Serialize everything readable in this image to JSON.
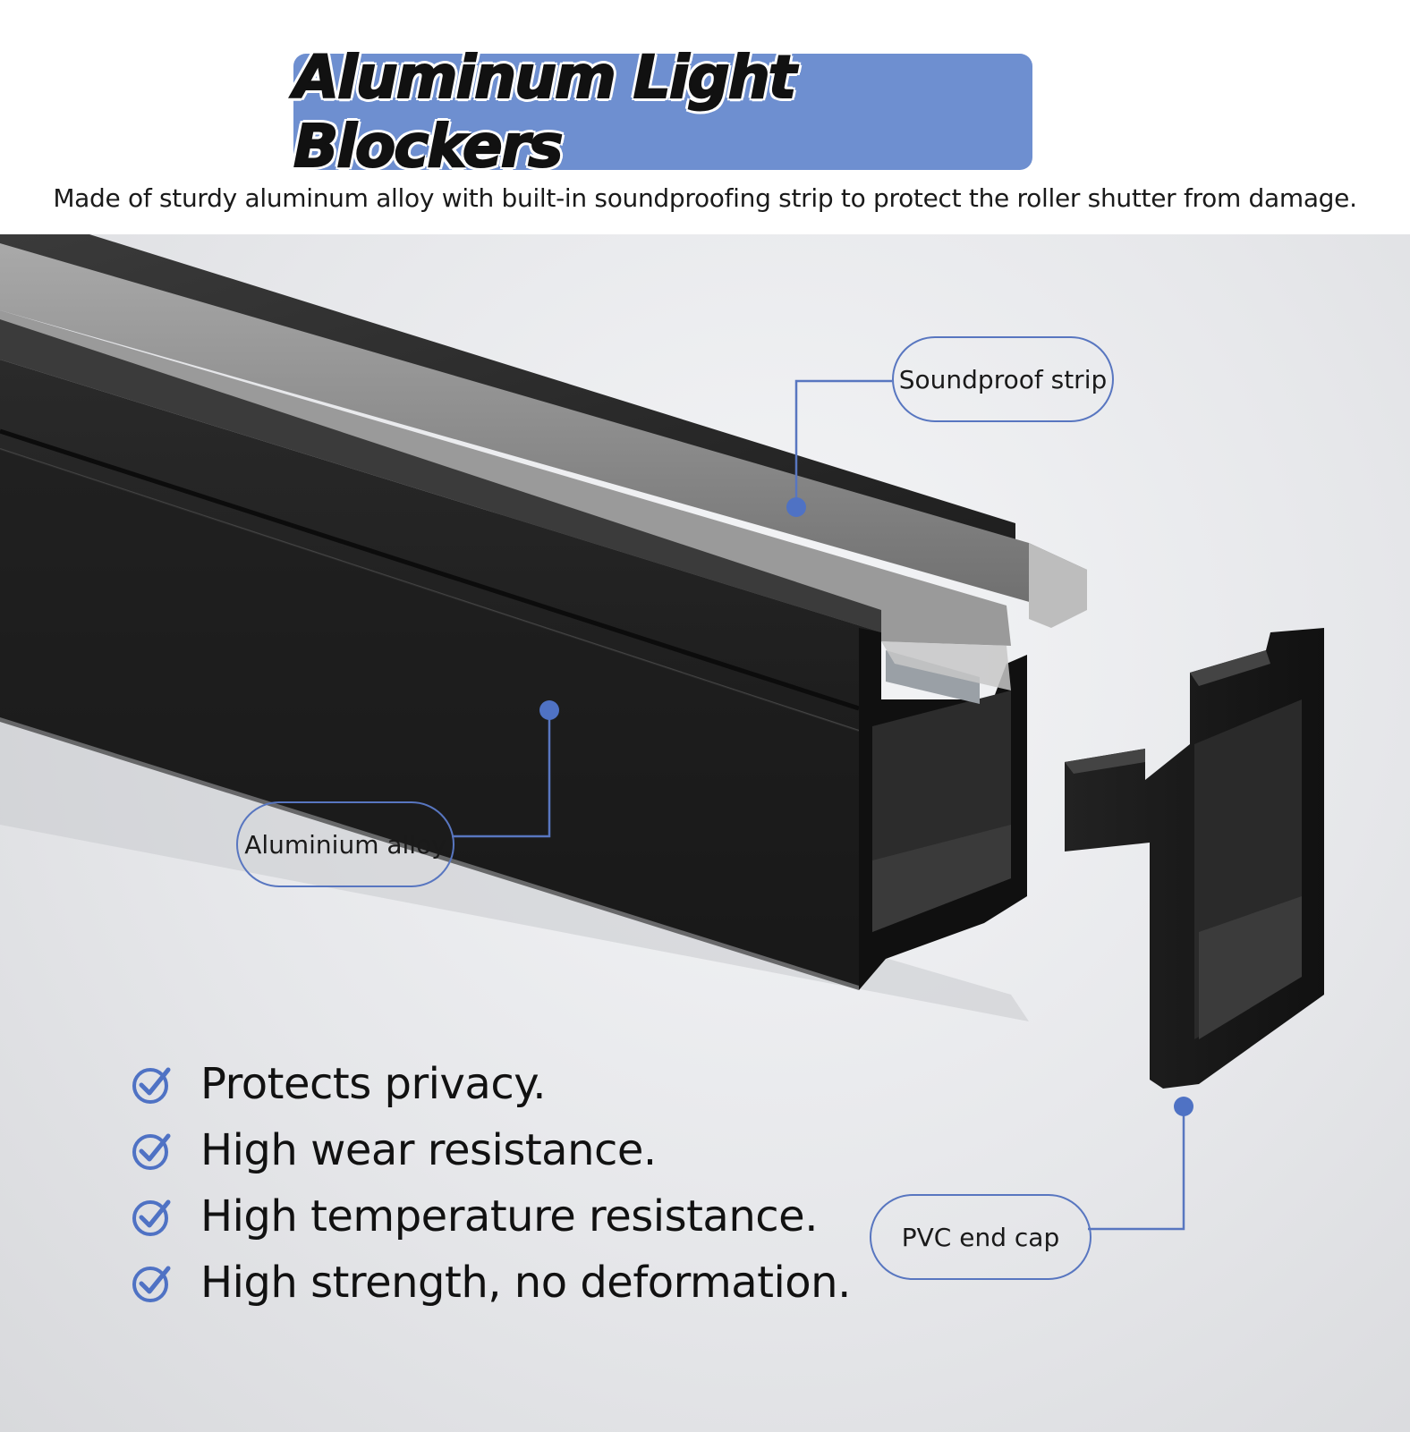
{
  "header": {
    "title": "Aluminum Light Blockers",
    "subtitle": "Made of sturdy aluminum alloy with built-in soundproofing strip to protect the roller shutter from damage."
  },
  "callouts": {
    "soundproof_strip": "Soundproof strip",
    "aluminium_alloy": "Aluminium alloy",
    "pvc_end_cap": "PVC end cap"
  },
  "features": [
    "Protects privacy.",
    "High wear resistance.",
    "High temperature resistance.",
    "High strength, no deformation."
  ],
  "colors": {
    "accent": "#6e8fd0",
    "callout_line": "#5876c0",
    "dot": "#4f72c4",
    "profile": "#1b1b1b"
  },
  "icons": {
    "feature": "check-circle-icon"
  }
}
